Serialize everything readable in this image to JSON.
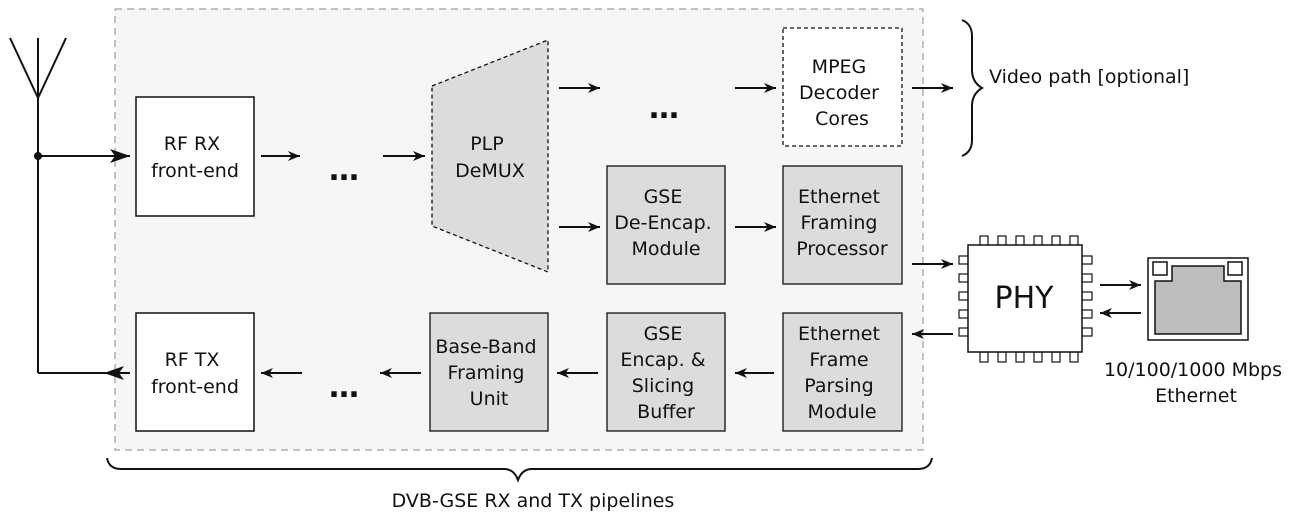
{
  "blocks": {
    "rf_rx": [
      "RF RX",
      "front-end"
    ],
    "plp_demux": [
      "PLP",
      "DeMUX"
    ],
    "mpeg": [
      "MPEG",
      "Decoder",
      "Cores"
    ],
    "gse_deencap": [
      "GSE",
      "De-Encap.",
      "Module"
    ],
    "eth_framing": [
      "Ethernet",
      "Framing",
      "Processor"
    ],
    "rf_tx": [
      "RF TX",
      "front-end"
    ],
    "baseband": [
      "Base-Band",
      "Framing",
      "Unit"
    ],
    "gse_encap": [
      "GSE",
      "Encap. &",
      "Slicing",
      "Buffer"
    ],
    "eth_parsing": [
      "Ethernet",
      "Frame",
      "Parsing",
      "Module"
    ],
    "phy": "PHY"
  },
  "ellipsis": "…",
  "labels": {
    "video_path": "Video path [optional]",
    "ethernet_speed": "10/100/1000 Mbps",
    "ethernet": "Ethernet",
    "pipeline": "DVB-GSE RX and TX pipelines"
  },
  "colors": {
    "fill_gray": "#dcdcdc",
    "container_bg": "#f6f6f6",
    "stroke": "#111111"
  }
}
